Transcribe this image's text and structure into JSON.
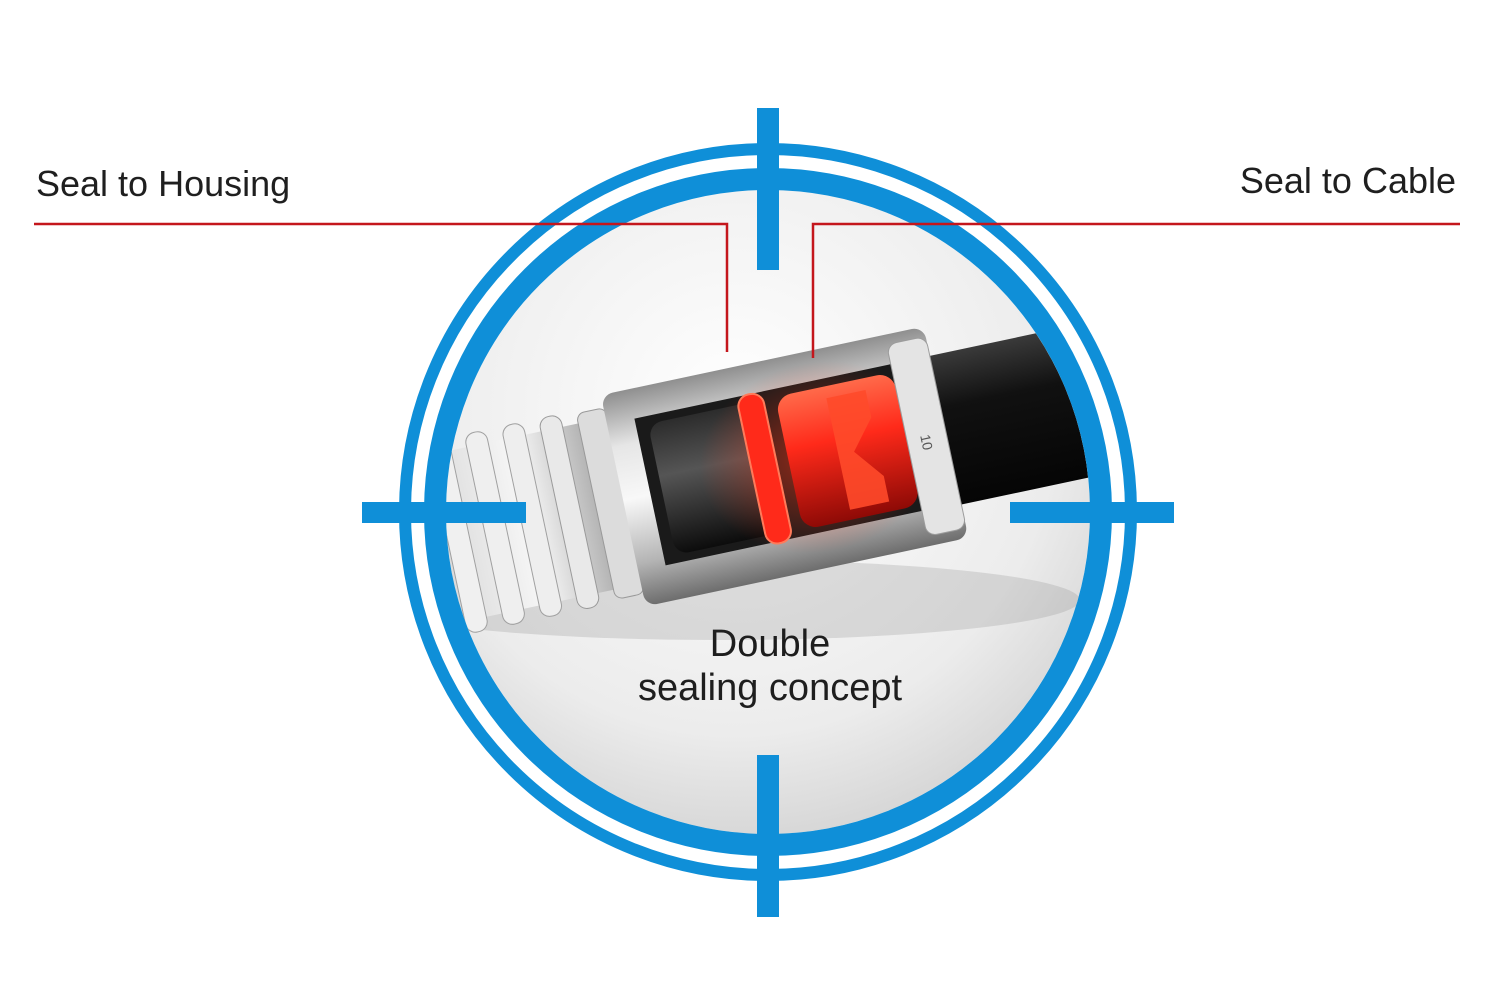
{
  "callouts": {
    "left": "Seal to Housing",
    "right": "Seal to Cable"
  },
  "center_label": {
    "line1": "Double",
    "line2": "sealing concept"
  },
  "part_marking": "10",
  "colors": {
    "reticle_blue": "#0f8fd8",
    "leader_red": "#c4161c",
    "seal_red": "#ff2a1a",
    "text": "#1f1f1f"
  },
  "icons": [
    "crosshair-reticle-icon"
  ]
}
